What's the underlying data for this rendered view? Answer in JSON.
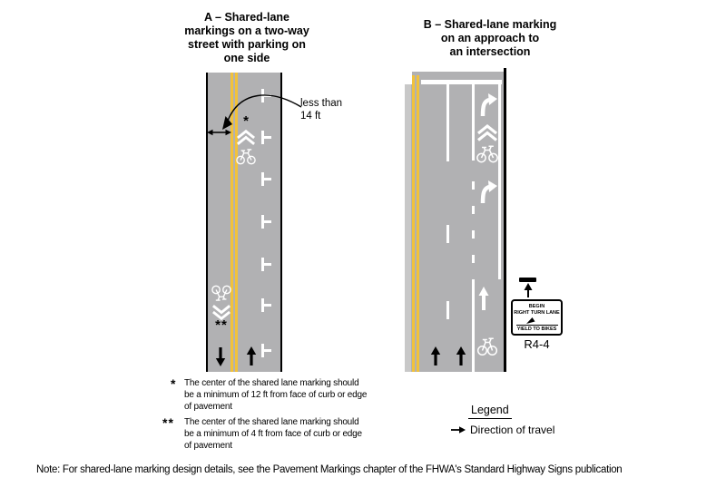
{
  "figure": {
    "diagram_a": {
      "title": "A – Shared-lane\nmarkings on a two-way\nstreet with parking on\none side",
      "annotation": "less than\n14 ft"
    },
    "diagram_b": {
      "title": "B – Shared-lane marking\non an approach to\nan intersection",
      "sign": {
        "line1": "BEGIN",
        "line2": "RIGHT TURN LANE",
        "line3": "YIELD TO BIKES",
        "label": "R4-4"
      }
    },
    "markers": {
      "single": "*",
      "double": "**"
    },
    "legend": {
      "title": "Legend",
      "direction_of_travel": "Direction of travel"
    },
    "footnotes": [
      {
        "marker": "*",
        "text": "The center of the shared lane marking should\nbe a minimum of 12 ft from face of curb or edge\nof pavement"
      },
      {
        "marker": "**",
        "text": "The center of the shared lane marking should\nbe a minimum of 4 ft from face of curb or edge\nof pavement"
      }
    ],
    "note": "Note:  For shared-lane marking design details, see the Pavement Markings chapter of the FHWA's Standard Highway Signs publication",
    "colors": {
      "road_gray": "#b1b1b3",
      "parking_area_gray": "#c8c8c8",
      "centerline_yellow": "#f1c23c",
      "marking_white": "#ffffff",
      "curb_black": "#000000"
    }
  }
}
